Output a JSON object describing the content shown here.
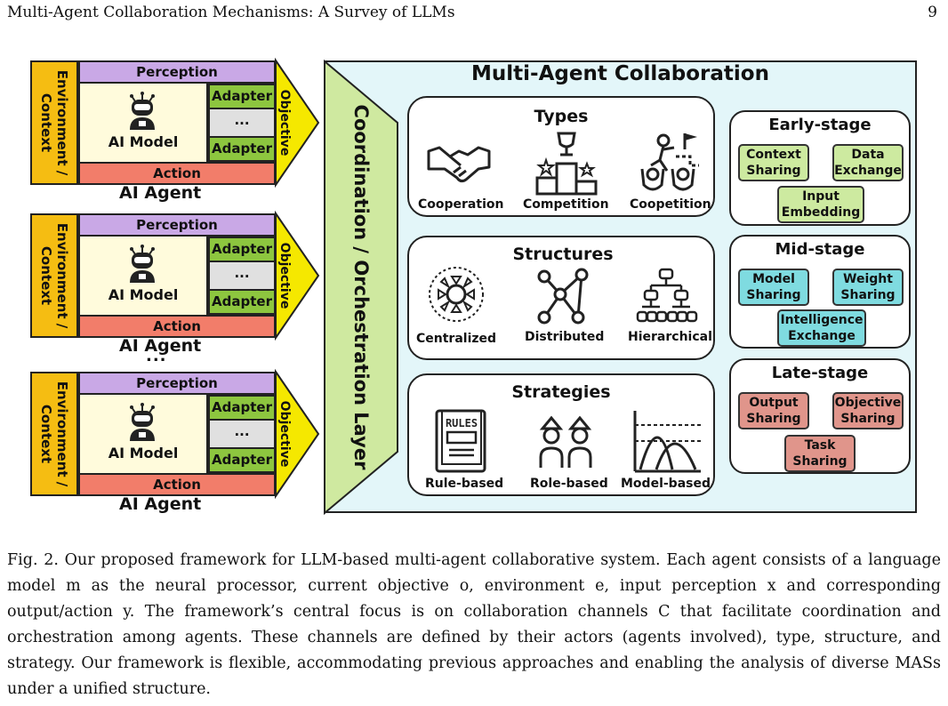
{
  "header": {
    "running_title": "Multi-Agent Collaboration Mechanisms: A Survey of LLMs",
    "page_number": "9"
  },
  "agent": {
    "environment": "Environment / Context",
    "perception": "Perception",
    "model": "AI Model",
    "adapter": "Adapter",
    "ellipsis": "...",
    "action": "Action",
    "objective": "Objective",
    "label": "AI Agent"
  },
  "agents_ellipsis": "...",
  "coordination_layer": "Coordination / Orchestration Layer",
  "collaboration": {
    "title": "Multi-Agent Collaboration",
    "types": {
      "title": "Types",
      "items": [
        "Cooperation",
        "Competition",
        "Coopetition"
      ]
    },
    "structures": {
      "title": "Structures",
      "items": [
        "Centralized",
        "Distributed",
        "Hierarchical"
      ]
    },
    "strategies": {
      "title": "Strategies",
      "items": [
        "Rule-based",
        "Role-based",
        "Model-based"
      ],
      "rules_badge": "RULES"
    },
    "stages": {
      "early": {
        "title": "Early-stage",
        "chips": [
          "Context Sharing",
          "Data Exchange",
          "Input Embedding"
        ]
      },
      "mid": {
        "title": "Mid-stage",
        "chips": [
          "Model Sharing",
          "Weight Sharing",
          "Intelligence Exchange"
        ]
      },
      "late": {
        "title": "Late-stage",
        "chips": [
          "Output Sharing",
          "Objective Sharing",
          "Task Sharing"
        ]
      }
    }
  },
  "caption": "Fig. 2.  Our proposed framework for LLM-based multi-agent collaborative system. Each agent consists of a language model m as the neural processor, current objective o, environment e, input perception x and corresponding output/action y. The framework’s central focus is on collaboration channels C that facilitate coordination and orchestration among agents. These channels are defined by their actors (agents involved), type, structure, and strategy. Our framework is flexible, accommodating previous approaches and enabling the analysis of diverse MASs under a unified structure."
}
